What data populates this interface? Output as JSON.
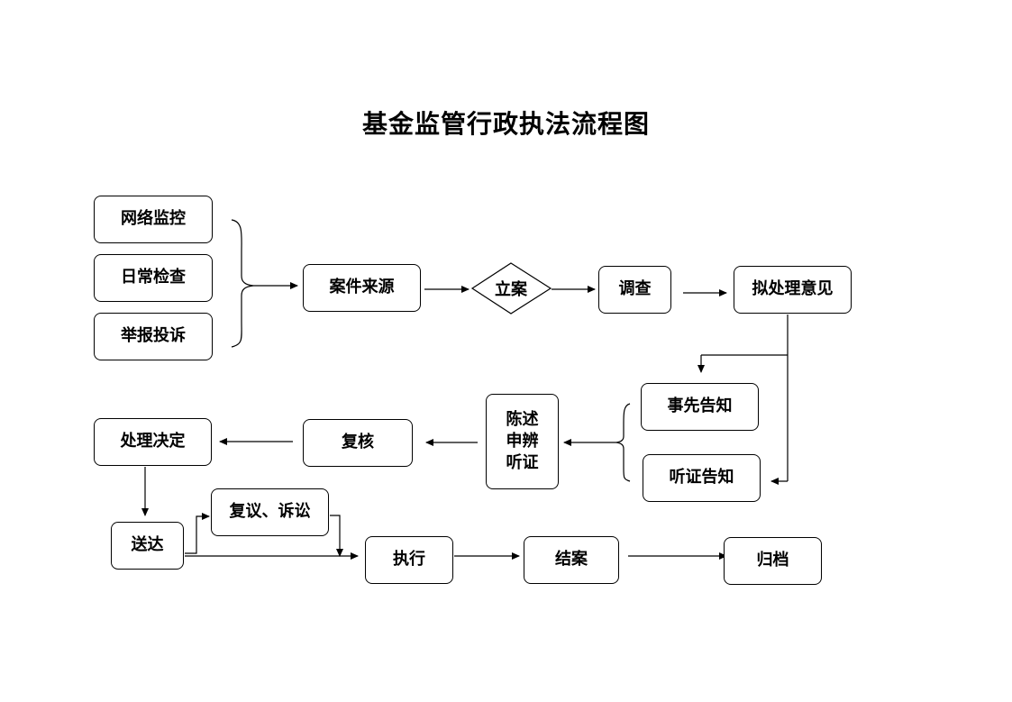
{
  "title": "基金监管行政执法流程图",
  "sources": {
    "network_monitoring": "网络监控",
    "daily_inspection": "日常检查",
    "report_complaint": "举报投诉"
  },
  "nodes": {
    "case_source": "案件来源",
    "filing": "立案",
    "investigation": "调查",
    "proposed_opinion": "拟处理意见",
    "prior_notice": "事先告知",
    "hearing_notice": "听证告知",
    "statement_lines": [
      "陈述",
      "申辨",
      "听证"
    ],
    "review": "复核",
    "decision": "处理决定",
    "delivery": "送达",
    "reconsideration_litigation": "复议、诉讼",
    "execution": "执行",
    "closure": "结案",
    "archive": "归档"
  }
}
